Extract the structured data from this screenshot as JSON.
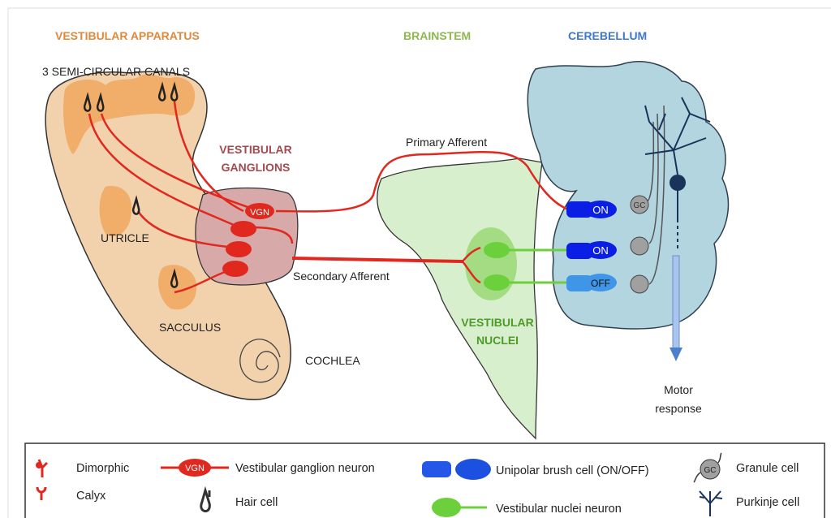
{
  "headings": {
    "vestibular_apparatus": "VESTIBULAR APPARATUS",
    "brainstem": "BRAINSTEM",
    "cerebellum": "CEREBELLUM",
    "vestibular_ganglions_line1": "VESTIBULAR",
    "vestibular_ganglions_line2": "GANGLIONS",
    "vestibular_nuclei_line1": "VESTIBULAR",
    "vestibular_nuclei_line2": "NUCLEI"
  },
  "labels": {
    "canals": "3 SEMI-CIRCULAR CANALS",
    "utricle": "UTRICLE",
    "sacculus": "SACCULUS",
    "cochlea": "COCHLEA",
    "primary_afferent": "Primary Afferent",
    "secondary_afferent": "Secondary Afferent",
    "vgn": "VGN",
    "on1": "ON",
    "on2": "ON",
    "off": "OFF",
    "gc": "GC",
    "motor_line1": "Motor",
    "motor_line2": "response"
  },
  "legend": {
    "dimorphic": "Dimorphic",
    "calyx": "Calyx",
    "vgn_icon": "VGN",
    "vgn": "Vestibular ganglion neuron",
    "hair_cell": "Hair cell",
    "ubc": "Unipolar brush cell (ON/OFF)",
    "vn_neuron": "Vestibular nuclei neuron",
    "gc_icon": "GC",
    "granule": "Granule cell",
    "purkinje": "Purkinje cell"
  },
  "colors": {
    "apparatus": "#e0893c",
    "brainstem": "#8db84e",
    "cerebellum": "#3f78c8",
    "ganglion": "#a34a4e",
    "nuclei": "#4e9a2a",
    "afferent": "#e0281e",
    "on_cell": "#0a1ee6",
    "off_cell": "#3f95e8",
    "vn_cell": "#6cd03c",
    "purkinje": "#1a3358"
  }
}
